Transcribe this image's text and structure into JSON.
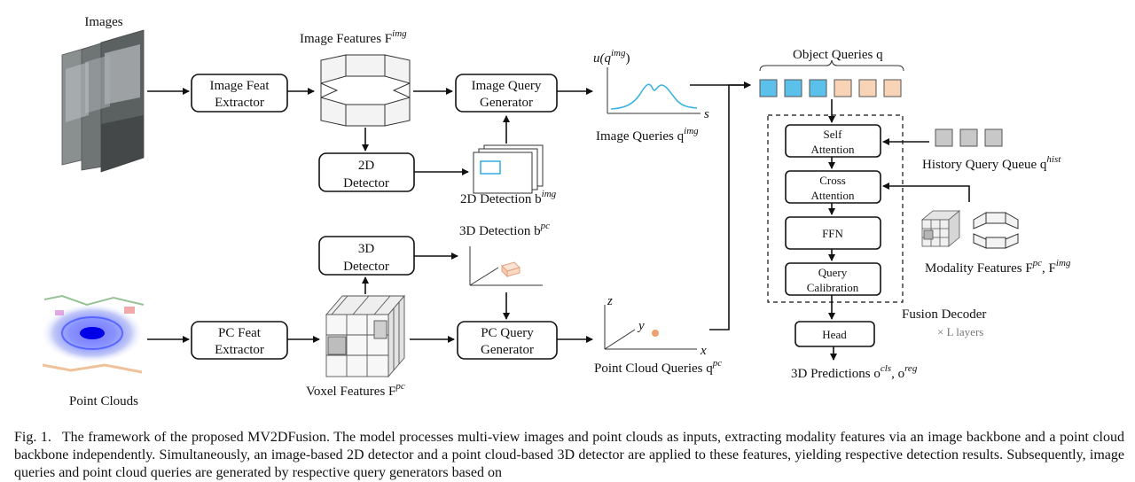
{
  "figure": {
    "images_label": "Images",
    "image_feat_extractor": [
      "Image Feat",
      "Extractor"
    ],
    "image_features_label": "Image Features F",
    "image_features_sup": "img",
    "detector_2d": [
      "2D",
      "Detector"
    ],
    "detection_2d_label": "2D Detection b",
    "detection_2d_sup": "img",
    "image_query_generator": [
      "Image Query",
      "Generator"
    ],
    "u_label": "u(q",
    "u_sup": "img",
    "u_close": ")",
    "s_label": "s",
    "image_queries_label": "Image Queries q",
    "image_queries_sup": "img",
    "object_queries_label": "Object Queries q",
    "self_attention": [
      "Self",
      "Attention"
    ],
    "cross_attention": [
      "Cross",
      "Attention"
    ],
    "ffn": "FFN",
    "query_calibration": [
      "Query",
      "Calibration"
    ],
    "history_queue_label": "History Query Queue q",
    "history_queue_sup": "hist",
    "modality_features_label": "Modality Features F",
    "modality_sup1": "pc",
    "modality_sep": ", F",
    "modality_sup2": "img",
    "fusion_decoder_label": "Fusion Decoder",
    "layers_label": "× L layers",
    "head": "Head",
    "predictions_label": "3D Predictions o",
    "predictions_sup1": "cls",
    "predictions_sep": ", o",
    "predictions_sup2": "reg",
    "detector_3d": [
      "3D",
      "Detector"
    ],
    "detection_3d_label": "3D Detection b",
    "detection_3d_sup": "pc",
    "pc_feat_extractor": [
      "PC Feat",
      "Extractor"
    ],
    "voxel_features_label": "Voxel Features F",
    "voxel_features_sup": "pc",
    "pc_query_generator": [
      "PC Query",
      "Generator"
    ],
    "axis_z": "z",
    "axis_y": "y",
    "axis_x": "x",
    "pc_queries_label": "Point Cloud Queries q",
    "pc_queries_sup": "pc",
    "point_clouds_label": "Point Clouds"
  },
  "object_queries_colors": [
    "#5bc1ea",
    "#5bc1ea",
    "#5bc1ea",
    "#f8d3b6",
    "#f8d3b6",
    "#f8d3b6"
  ],
  "history_queue_color": "#c8c8c8",
  "caption": {
    "label": "Fig. 1.",
    "text": "The framework of the proposed MV2DFusion. The model processes multi-view images and point clouds as inputs, extracting modality features via an image backbone and a point cloud backbone independently. Simultaneously, an image-based 2D detector and a point cloud-based 3D detector are applied to these features, yielding respective detection results. Subsequently, image queries and point cloud queries are generated by respective query generators based on"
  }
}
